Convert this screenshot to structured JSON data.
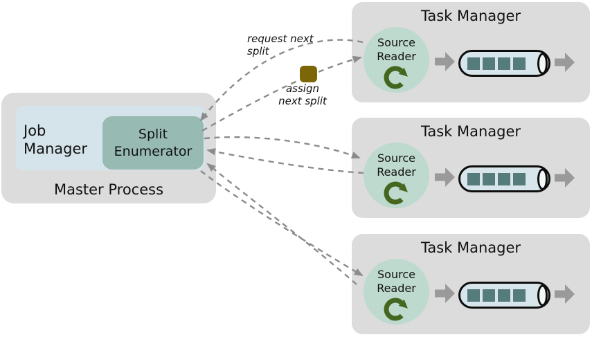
{
  "master_process": {
    "label": "Master Process",
    "job_manager": {
      "label": "Job\nManager"
    },
    "split_enumerator": {
      "label": "Split\nEnumerator"
    }
  },
  "messages": {
    "request": "request next\nsplit",
    "assign": "assign\nnext split"
  },
  "task_managers": [
    {
      "title": "Task Manager",
      "reader_label": "Source\nReader",
      "queue_items": 4
    },
    {
      "title": "Task Manager",
      "reader_label": "Source\nReader",
      "queue_items": 4
    },
    {
      "title": "Task Manager",
      "reader_label": "Source\nReader",
      "queue_items": 4
    }
  ],
  "colors": {
    "panel_gray": "#dcdcdc",
    "job_manager_blue": "#d5e3ea",
    "enumerator_teal": "#97bab3",
    "reader_green": "#bed9ce",
    "refresh_icon_green": "#44661f",
    "queue_fill": "#d8e5ea",
    "queue_item_teal": "#567b7b",
    "queue_outline": "#0d0d0d",
    "flow_arrow_gray": "#9a9a9a",
    "dash_gray": "#8b8b8b",
    "split_token_olive": "#7c6608",
    "text": "#111111"
  }
}
